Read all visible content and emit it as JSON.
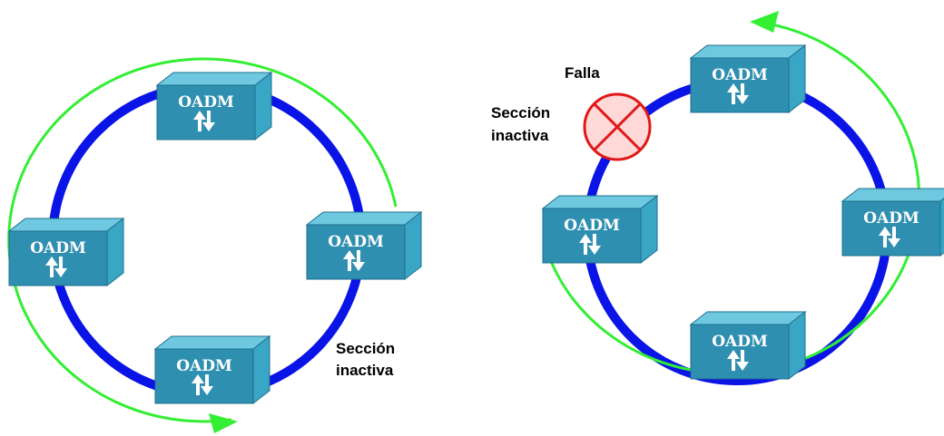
{
  "colors": {
    "ring": "#0a14e6",
    "protection_path": "#33ee33",
    "node_front": "#2e8fb0",
    "node_top": "#6ec8e0",
    "node_side": "#3aa6c6",
    "fault_mark": "#e01818",
    "fault_fill": "#ffd8d8"
  },
  "node_label": "OADM",
  "node_icon": "up-down-arrows-icon",
  "fault_icon": "x-circle-icon",
  "left_ring": {
    "nodes": [
      {
        "id": "top",
        "label": "OADM"
      },
      {
        "id": "right",
        "label": "OADM"
      },
      {
        "id": "bottom",
        "label": "OADM"
      },
      {
        "id": "left",
        "label": "OADM"
      }
    ],
    "inactive_section_label": [
      "Sección",
      "inactiva"
    ]
  },
  "right_ring": {
    "nodes": [
      {
        "id": "top",
        "label": "OADM"
      },
      {
        "id": "right",
        "label": "OADM"
      },
      {
        "id": "bottom",
        "label": "OADM"
      },
      {
        "id": "left",
        "label": "OADM"
      }
    ],
    "fault_label": "Falla",
    "inactive_section_label": [
      "Sección",
      "inactiva"
    ]
  }
}
